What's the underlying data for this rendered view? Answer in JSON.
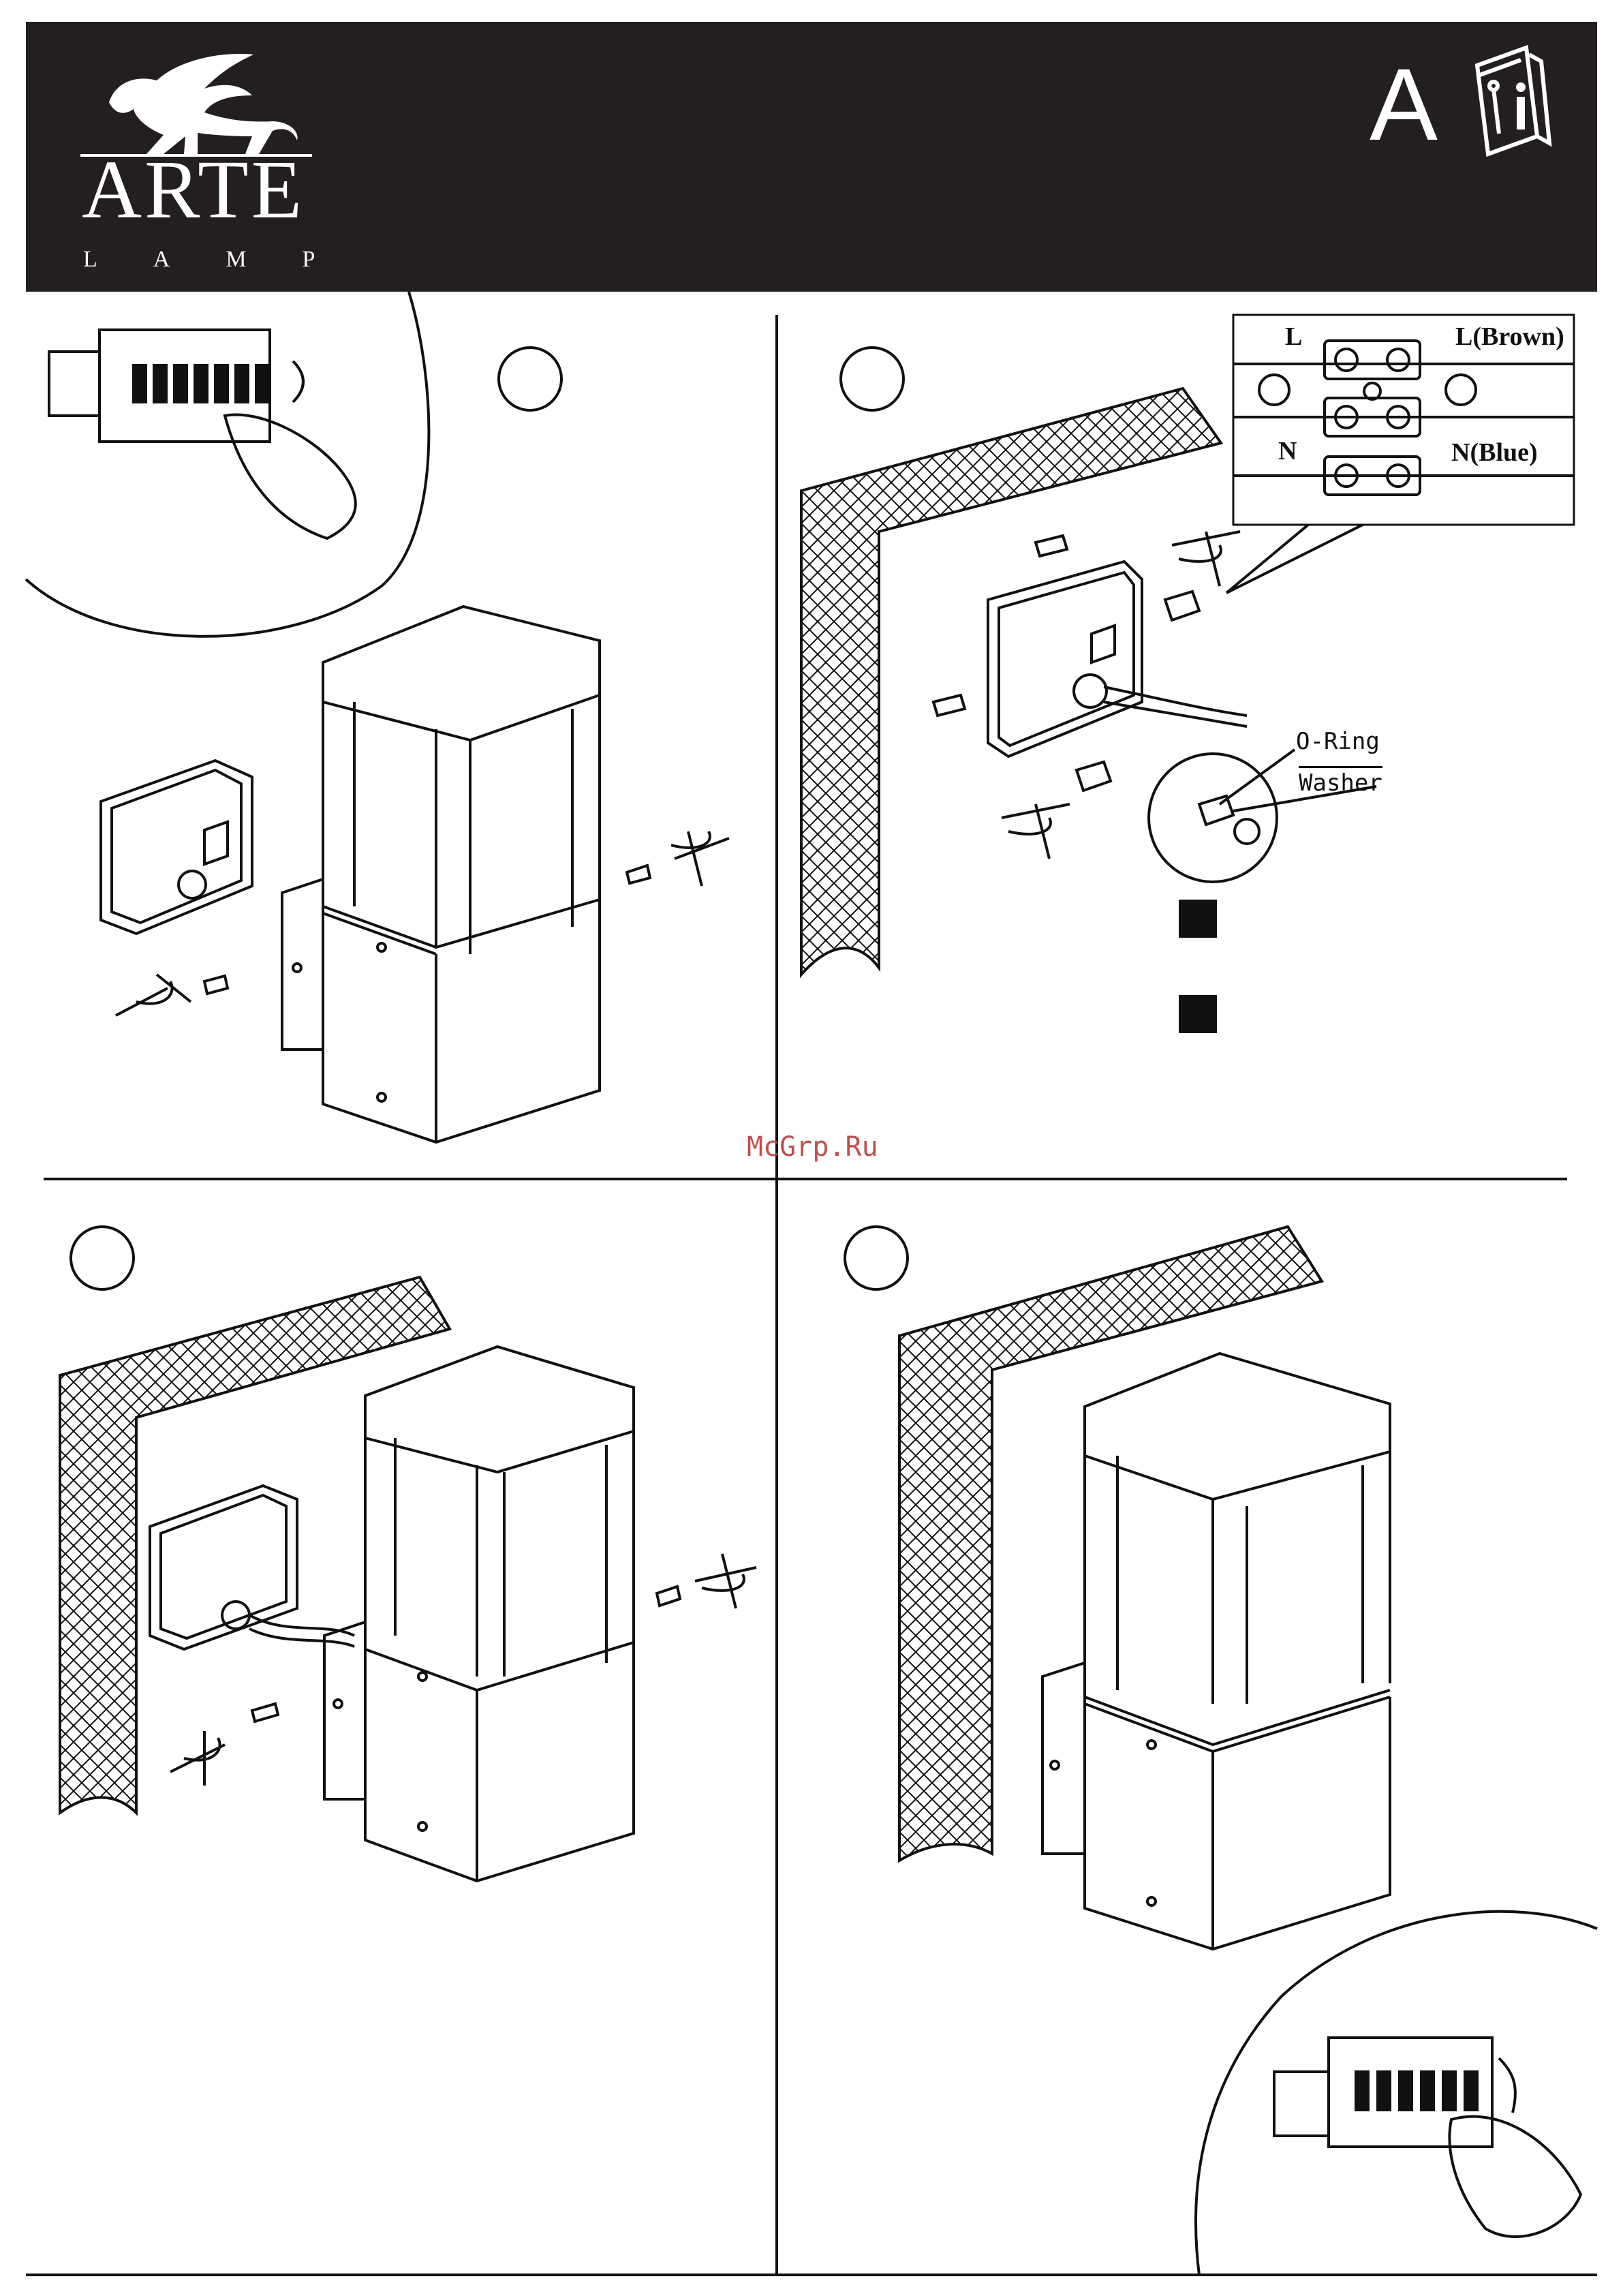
{
  "header": {
    "brand_name": "ARTE",
    "brand_sub": "LAMP",
    "section_letter": "A",
    "colors": {
      "header_bg": "#231f20",
      "text": "#ffffff",
      "watermark": "#c0504d"
    }
  },
  "icons": [
    "griffin-logo-icon",
    "manual-book-icon",
    "screwdriver-icon",
    "info-icon"
  ],
  "wiring": {
    "left_live": "L",
    "right_live": "L(Brown)",
    "left_neutral": "N",
    "right_neutral": "N(Blue)"
  },
  "parts": {
    "o_ring": "O-Ring",
    "washer": "Washer"
  },
  "watermark": "McGrp.Ru"
}
